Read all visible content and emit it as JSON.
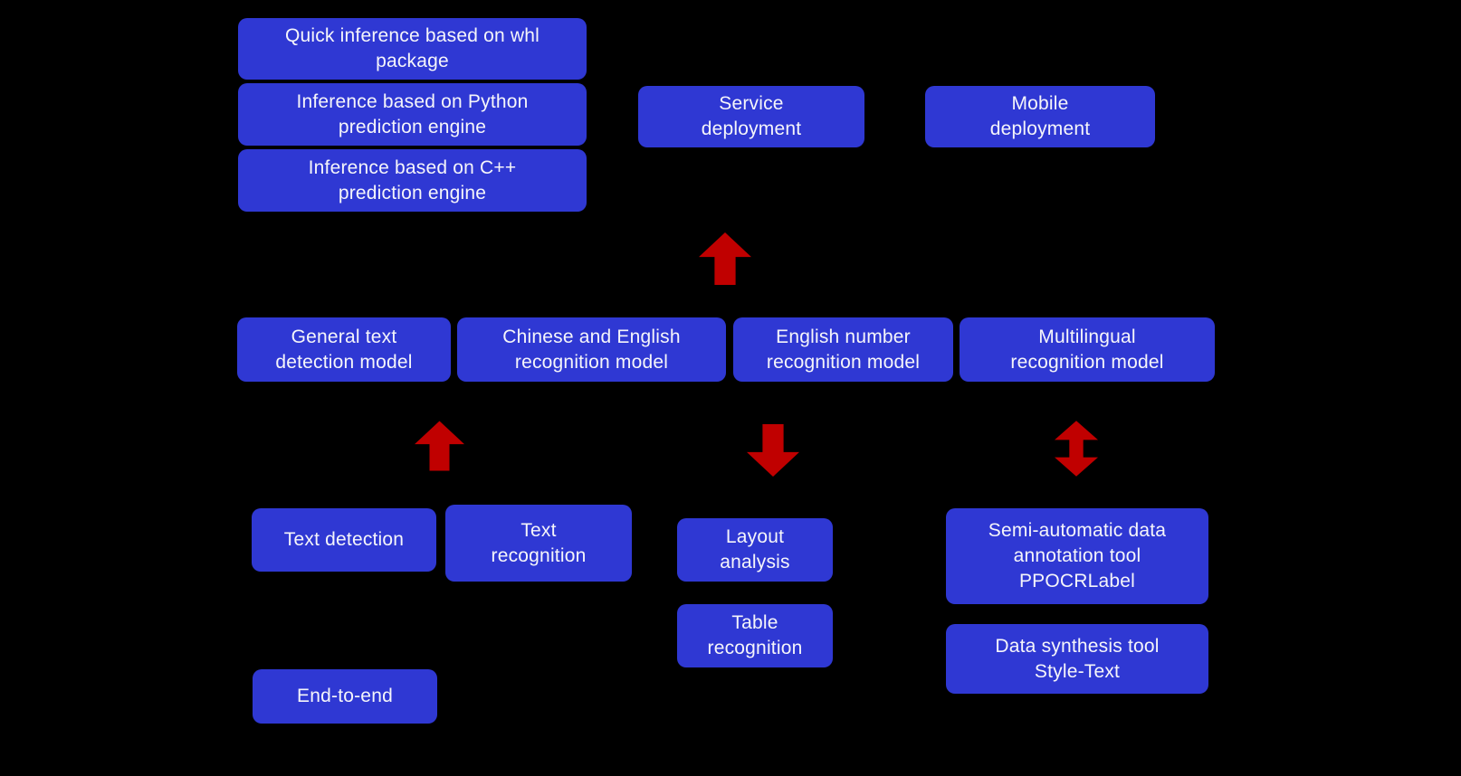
{
  "colors": {
    "background": "#000000",
    "node_blue": "#2F38D3",
    "arrow_red": "#C00000",
    "text_white": "#F5F5FA"
  },
  "nodes": {
    "quick_inference": "Quick inference based on whl\npackage",
    "python_engine": "Inference based on Python\nprediction engine",
    "cpp_engine": "Inference based on C++\nprediction engine",
    "service_deployment": "Service\ndeployment",
    "mobile_deployment": "Mobile\ndeployment",
    "general_text_detection": "General text\ndetection model",
    "chinese_english_recognition": "Chinese and English\nrecognition model",
    "english_number_recognition": "English number\nrecognition model",
    "multilingual_recognition": "Multilingual\nrecognition model",
    "text_detection": "Text detection",
    "text_recognition": "Text\nrecognition",
    "layout_analysis": "Layout\nanalysis",
    "semi_automatic_annotation": "Semi-automatic data\nannotation tool\nPPOCRLabel",
    "table_recognition": "Table\nrecognition",
    "data_synthesis": "Data synthesis tool\nStyle-Text",
    "end_to_end": "End-to-end"
  },
  "arrows": {
    "deployment_up": "up-arrow",
    "detection_up": "up-arrow",
    "layout_down": "down-arrow",
    "annotation_updown": "up-down-arrow"
  }
}
